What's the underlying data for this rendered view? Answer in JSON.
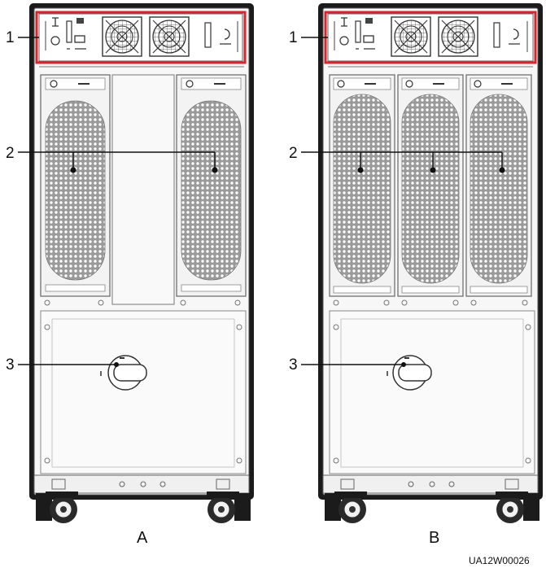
{
  "figure": {
    "code": "UA12W00026",
    "colors": {
      "highlight": "#d7262e",
      "cabinet_body": "#f7f7f7",
      "cabinet_frame": "#1a1a1a",
      "mesh": "#8d8d8d",
      "line": "#6a6a6a"
    },
    "cabinets": [
      {
        "caption": "A",
        "power_module_count": 2,
        "callouts": [
          "1",
          "2",
          "3"
        ]
      },
      {
        "caption": "B",
        "power_module_count": 3,
        "callouts": [
          "1",
          "2",
          "3"
        ]
      }
    ]
  }
}
